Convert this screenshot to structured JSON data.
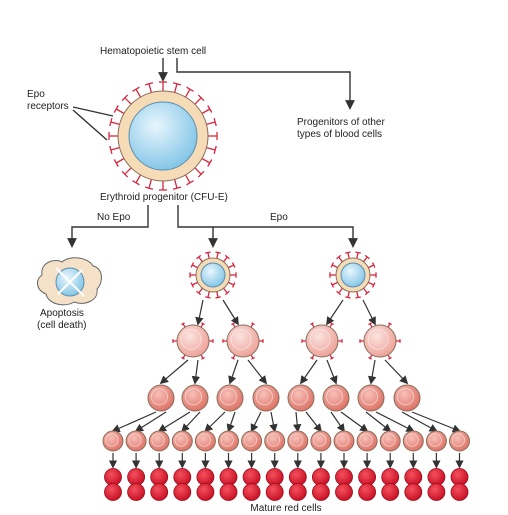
{
  "labels": {
    "stem_cell": "Hematopoietic stem cell",
    "epo_receptors_line1": "Epo",
    "epo_receptors_line2": "receptors",
    "other_progenitors_line1": "Progenitors of other",
    "other_progenitors_line2": "types of blood cells",
    "erythroid_progenitor": "Erythroid progenitor (CFU-E)",
    "no_epo": "No Epo",
    "epo": "Epo",
    "apoptosis_line1": "Apoptosis",
    "apoptosis_line2": "(cell death)",
    "mature_red_cells": "Mature red cells"
  },
  "stages": {
    "epo_dependent_cells": 2,
    "first_division_cells": 4,
    "second_division_cells": 8,
    "third_division_cells": 16,
    "mature_red_cells": 32
  },
  "colors": {
    "arrow": "#333333",
    "receptor": "#d9263f",
    "cytoplasm": "#f6dcb6",
    "nucleus": "#a8d8f0",
    "early_cell": "#f5c2bc",
    "late_cell": "#ee8e82",
    "mature_cell": "#e0162b",
    "membrane": "#8a6d5a"
  }
}
